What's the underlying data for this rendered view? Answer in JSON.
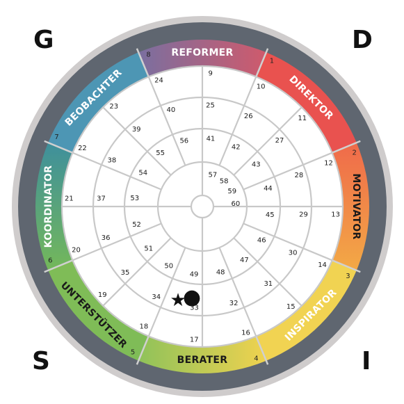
{
  "corners": {
    "tl": "G",
    "tr": "D",
    "bl": "S",
    "br": "I"
  },
  "segments": [
    {
      "name": "REFORMER",
      "num": "8",
      "color_a": "#7a6fa0",
      "color_b": "#cf5a6c",
      "dark": false
    },
    {
      "name": "DIREKTOR",
      "num": "1",
      "color_a": "#e9524f",
      "color_b": "#e9524f",
      "dark": false
    },
    {
      "name": "MOTIVATOR",
      "num": "2",
      "color_a": "#ef6a4a",
      "color_b": "#f3a946",
      "dark": true
    },
    {
      "name": "INSPIRATOR",
      "num": "3",
      "color_a": "#f1d352",
      "color_b": "#f1d352",
      "dark": false
    },
    {
      "name": "BERATER",
      "num": "4",
      "color_a": "#f0d24f",
      "color_b": "#8fc25a",
      "dark": true
    },
    {
      "name": "UNTERSTÜTZER",
      "num": "5",
      "color_a": "#7fbc57",
      "color_b": "#7fbc57",
      "dark": true
    },
    {
      "name": "KOORDINATOR",
      "num": "6",
      "color_a": "#74b85a",
      "color_b": "#3e8f9c",
      "dark": false
    },
    {
      "name": "BEOBACHTER",
      "num": "7",
      "color_a": "#4d96b4",
      "color_b": "#4d96b4",
      "dark": false
    }
  ],
  "ring_numbers": {
    "ring1": [
      "9",
      "10",
      "11",
      "12",
      "13",
      "14",
      "15",
      "16",
      "17",
      "18",
      "19",
      "20",
      "21",
      "22",
      "23",
      "24"
    ],
    "ring2": [
      "25",
      "26",
      "27",
      "28",
      "29",
      "30",
      "31",
      "32",
      "33",
      "34",
      "35",
      "36",
      "37",
      "38",
      "39",
      "40"
    ],
    "ring3": [
      "41",
      "42",
      "43",
      "44",
      "45",
      "46",
      "47",
      "48",
      "49",
      "50",
      "51",
      "52",
      "53",
      "54",
      "55",
      "56"
    ],
    "ring4": [
      "57",
      "58",
      "59",
      "60"
    ]
  },
  "markers": {
    "star": "★",
    "circle": "●"
  }
}
